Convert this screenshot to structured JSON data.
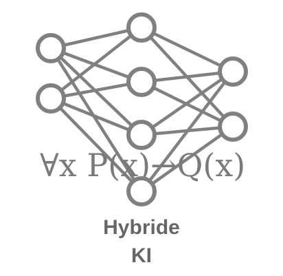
{
  "logo": {
    "formula": "∀x P(x)→Q(x)",
    "caption": [
      "Hybride",
      "KI"
    ],
    "colors": {
      "network": "#808080",
      "formula": "#7a7a7a",
      "caption": "#666666"
    }
  }
}
